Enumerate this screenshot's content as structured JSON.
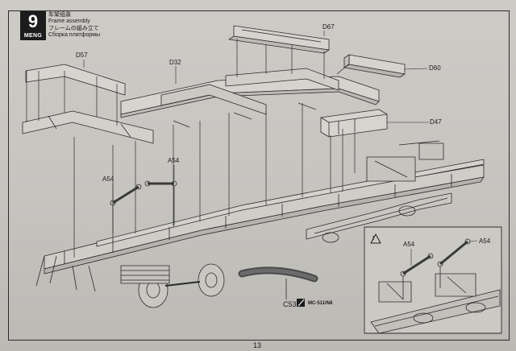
{
  "step": {
    "number": "9",
    "brand": "MENG",
    "title_cn": "车架组装",
    "title_en": "Frame assembly",
    "title_jp": "フレームの組み立て",
    "title_ru": "Сборка платформы"
  },
  "parts": {
    "d57": "D57",
    "d67": "D67",
    "d32": "D32",
    "d60": "D60",
    "d47": "D47",
    "a54_left": "A54",
    "a54_right": "A54",
    "inset_a54_left": "A54",
    "inset_a54_right": "A54",
    "c53": "C53",
    "paint_code": "MC-511/N8"
  },
  "inset": {
    "warning_symbol": "!"
  },
  "page": {
    "number": "13"
  },
  "colors": {
    "paper": "#c9c7c2",
    "line": "#2a2a2a",
    "badge": "#1c1c1c",
    "painted_part": "#5a5a5a"
  }
}
